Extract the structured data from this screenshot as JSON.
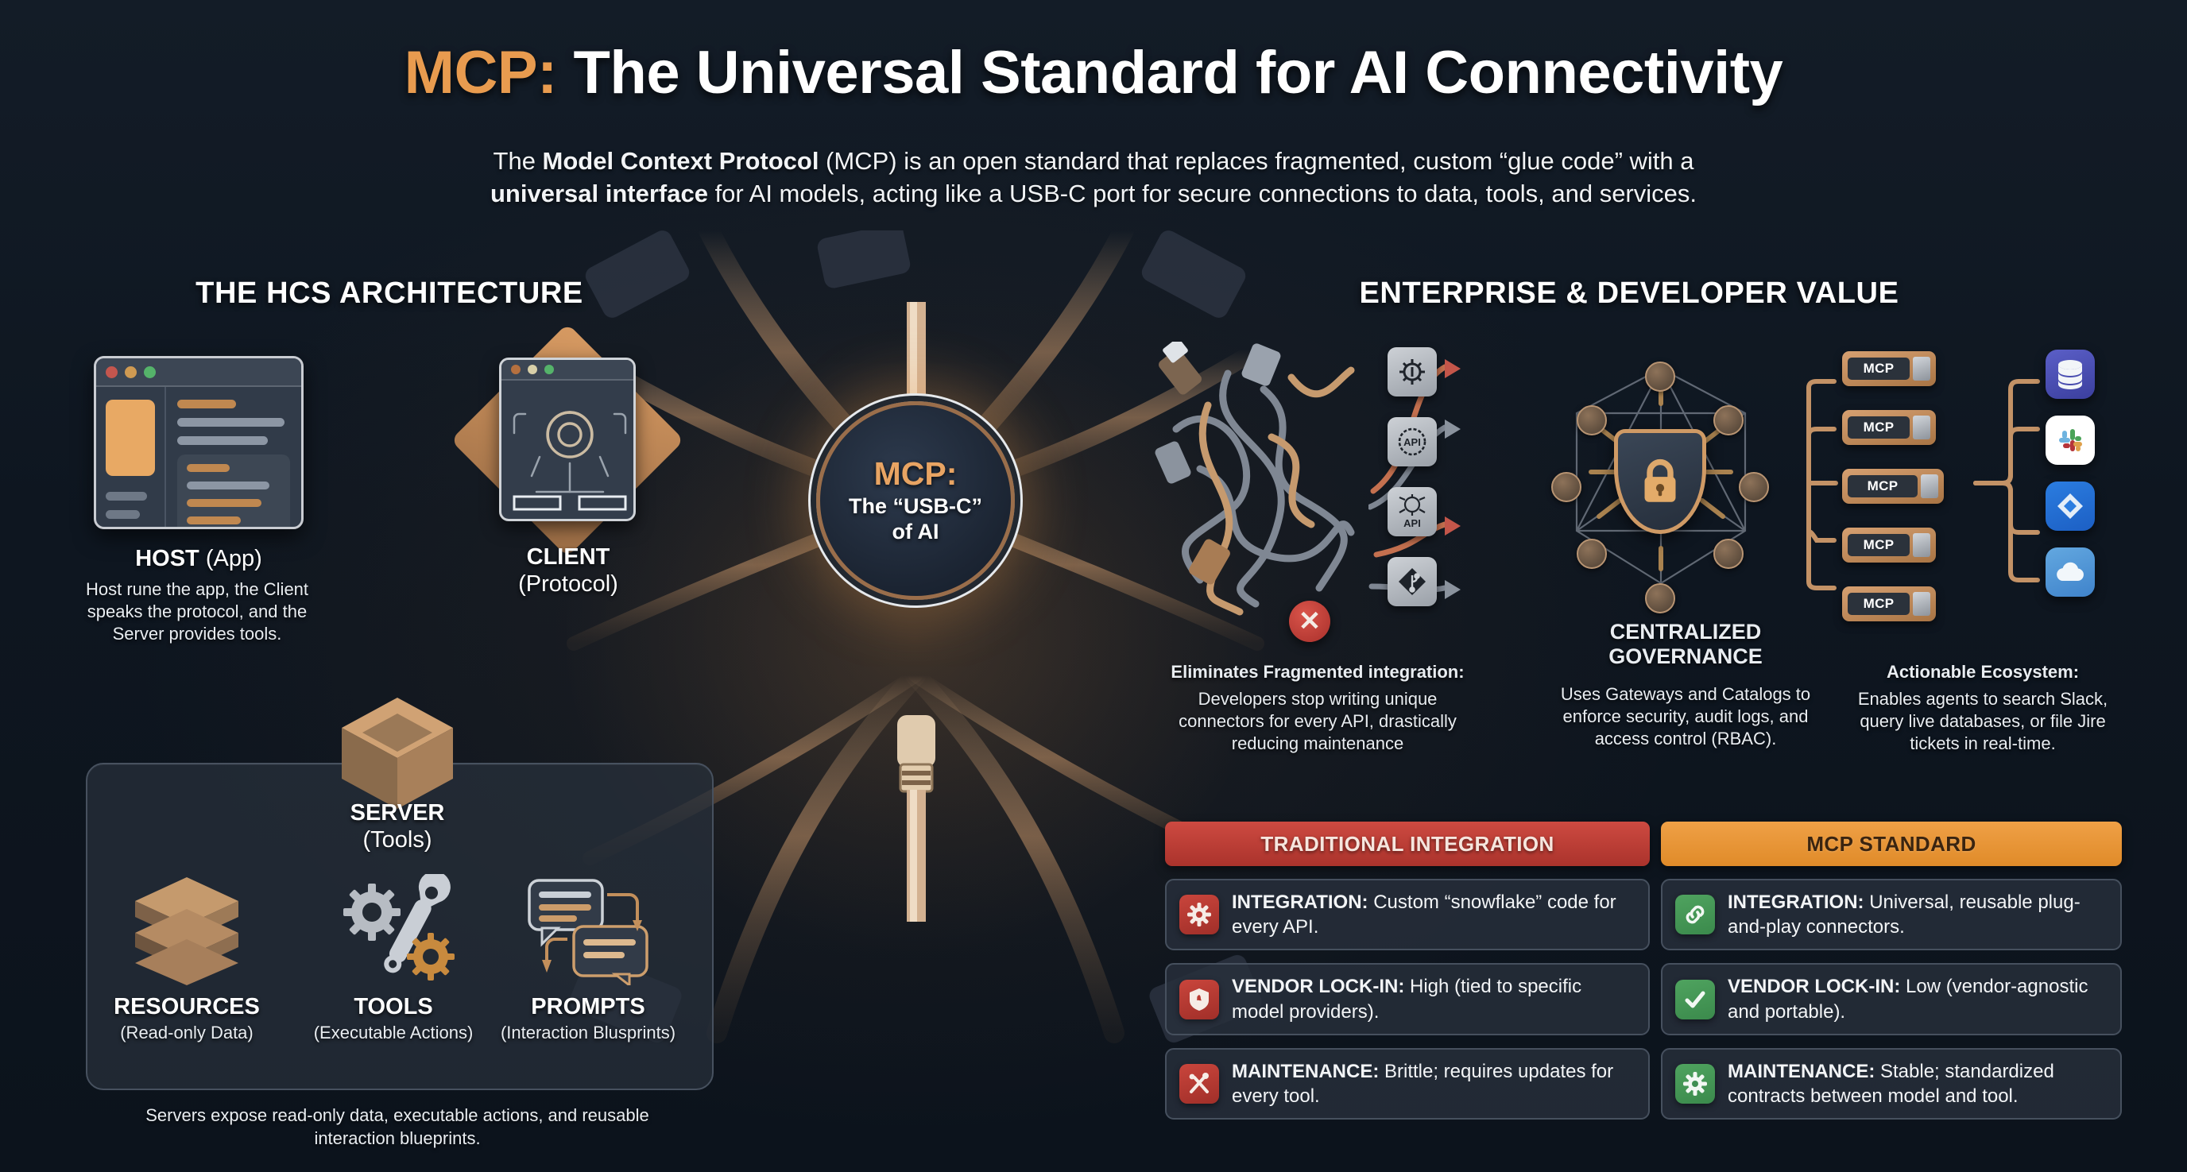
{
  "header": {
    "title_accent": "MCP:",
    "title_rest": " The Universal Standard for AI Connectivity",
    "subtitle_line1_a": "The ",
    "subtitle_line1_b": "Model Context Protocol",
    "subtitle_line1_c": " (MCP) is an open standard that replaces fragmented, custom “glue code” with a",
    "subtitle_line2_a": "universal interface",
    "subtitle_line2_b": " for AI models, acting like a USB-C port for secure connections to data, tools, and services."
  },
  "sections": {
    "left_heading": "THE HCS ARCHITECTURE",
    "right_heading": "ENTERPRISE & DEVELOPER VALUE"
  },
  "architecture": {
    "host": {
      "title_bold": "HOST",
      "title_thin": " (App)",
      "caption": "Host rune the app, the Client speaks the protocol, and the Server provides tools."
    },
    "client": {
      "title_bold": "CLIENT",
      "title_thin": "(Protocol)"
    },
    "server": {
      "title_bold": "SERVER",
      "title_thin": "(Tools)",
      "items": [
        {
          "label": "RESOURCES",
          "sub": "(Read-only Data)",
          "icon": "stacked-layers-icon"
        },
        {
          "label": "TOOLS",
          "sub": "(Executable Actions)",
          "icon": "wrench-gear-icon"
        },
        {
          "label": "PROMPTS",
          "sub": "(Interaction Blusprints)",
          "icon": "chat-bubbles-icon"
        }
      ],
      "footnote": "Servers expose read-only data, executable actions, and reusable interaction blueprints."
    }
  },
  "hub": {
    "mcp": "MCP:",
    "line1": "The “USB-C”",
    "line2": "of AI"
  },
  "value": {
    "fragmented": {
      "title": "Eliminates Fragmented integration:",
      "body": "Developers stop writing unique connectors for every API, drastically reducing maintenance",
      "tiles": [
        "gear-icon",
        "API",
        "API",
        "git-branch-icon"
      ]
    },
    "governance": {
      "title_line1": "CENTRALIZED",
      "title_line2": "GOVERNANCE",
      "body": "Uses Gateways and Catalogs to enforce security, audit logs, and access control (RBAC)."
    },
    "ecosystem": {
      "title": "Actionable Ecosystem:",
      "body": "Enables agents to search Slack, query live databases, or file Jire tickets in real-time.",
      "connector_label": "MCP",
      "connector_count": 5,
      "apps": [
        "database-icon",
        "slack-icon",
        "jira-icon",
        "cloud-icon"
      ]
    }
  },
  "comparison": {
    "traditional": {
      "header": "TRADITIONAL INTEGRATION",
      "accent": "#c03a34",
      "rows": [
        {
          "icon": "broken-gear-icon",
          "label": "INTEGRATION:",
          "text": " Custom “snowflake” code for every API."
        },
        {
          "icon": "shield-alert-icon",
          "label": "VENDOR LOCK-IN:",
          "text": " High (tied to specific model providers)."
        },
        {
          "icon": "crossed-tools-icon",
          "label": "MAINTENANCE:",
          "text": " Brittle; requires updates for every tool."
        }
      ]
    },
    "standard": {
      "header": "MCP STANDARD",
      "accent": "#e89434",
      "rows": [
        {
          "icon": "chain-link-icon",
          "label": "INTEGRATION:",
          "text": " Universal, reusable plug-and-play connectors."
        },
        {
          "icon": "check-icon",
          "label": "VENDOR LOCK-IN:",
          "text": " Low (vendor-agnostic and portable)."
        },
        {
          "icon": "gear-icon",
          "label": "MAINTENANCE:",
          "text": " Stable; standardized contracts between model and tool."
        }
      ]
    }
  },
  "colors": {
    "background": "#0d141d",
    "accent_orange": "#e89b4f",
    "panel": "#28303c"
  }
}
